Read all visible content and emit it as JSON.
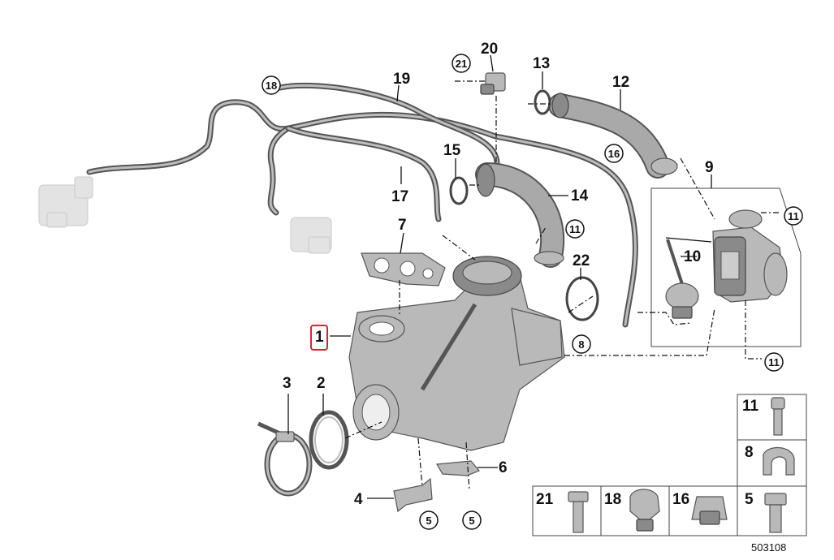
{
  "labels": {
    "p1": "1",
    "p2": "2",
    "p3": "3",
    "p4": "4",
    "p5": "5",
    "p6": "6",
    "p7": "7",
    "p8": "8",
    "p9": "9",
    "p10": "10",
    "p11": "11",
    "p12": "12",
    "p13": "13",
    "p14": "14",
    "p15": "15",
    "p16": "16",
    "p17": "17",
    "p18": "18",
    "p19": "19",
    "p20": "20",
    "p21": "21",
    "p22": "22"
  },
  "legend": {
    "cells": [
      "11",
      "8",
      "21",
      "18",
      "16",
      "5"
    ]
  },
  "diagram_code": "503108",
  "colors": {
    "highlight": "#d9232d",
    "ink": "#111111",
    "part": "#b9b9b9"
  }
}
